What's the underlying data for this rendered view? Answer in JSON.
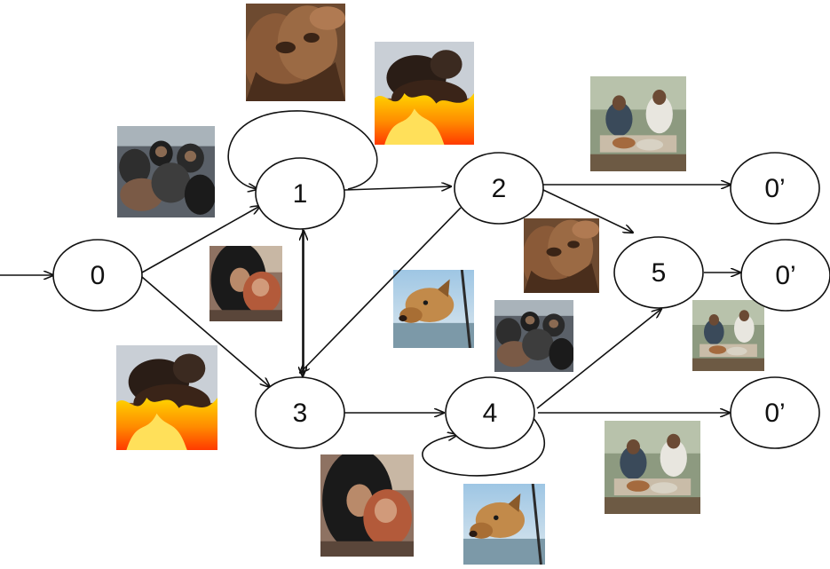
{
  "diagram": {
    "nodes": [
      {
        "id": "n0",
        "label": "0"
      },
      {
        "id": "n1",
        "label": "1"
      },
      {
        "id": "n2",
        "label": "2"
      },
      {
        "id": "n3",
        "label": "3"
      },
      {
        "id": "n4",
        "label": "4"
      },
      {
        "id": "n5",
        "label": "5"
      },
      {
        "id": "f1",
        "label": "0’"
      },
      {
        "id": "f2",
        "label": "0’"
      },
      {
        "id": "f3",
        "label": "0’"
      }
    ],
    "edges": [
      {
        "from": "start",
        "to": "n0"
      },
      {
        "from": "n0",
        "to": "n1"
      },
      {
        "from": "n0",
        "to": "n3"
      },
      {
        "from": "n1",
        "to": "n1"
      },
      {
        "from": "n1",
        "to": "n2"
      },
      {
        "from": "n1",
        "to": "n3"
      },
      {
        "from": "n3",
        "to": "n1"
      },
      {
        "from": "n2",
        "to": "n3"
      },
      {
        "from": "n2",
        "to": "f1"
      },
      {
        "from": "n2",
        "to": "n5"
      },
      {
        "from": "n5",
        "to": "f2"
      },
      {
        "from": "n3",
        "to": "n4"
      },
      {
        "from": "n4",
        "to": "n4"
      },
      {
        "from": "n4",
        "to": "n5"
      },
      {
        "from": "n4",
        "to": "f3"
      }
    ],
    "photos": [
      {
        "name": "crowd-photo",
        "scene": "crowd"
      },
      {
        "name": "mourning-photo",
        "scene": "mourning"
      },
      {
        "name": "fire-photo",
        "scene": "fire"
      },
      {
        "name": "faces-photo",
        "scene": "faces"
      },
      {
        "name": "fire-photo",
        "scene": "fire"
      },
      {
        "name": "market-photo",
        "scene": "market"
      },
      {
        "name": "dog-photo",
        "scene": "dog"
      },
      {
        "name": "faces-photo",
        "scene": "faces"
      },
      {
        "name": "crowd-photo",
        "scene": "crowd"
      },
      {
        "name": "market-photo",
        "scene": "market"
      },
      {
        "name": "market-photo",
        "scene": "market"
      },
      {
        "name": "mourning-photo",
        "scene": "mourning"
      },
      {
        "name": "dog-photo",
        "scene": "dog"
      }
    ],
    "colors": {
      "stroke": "#111111",
      "node_fill": "#ffffff",
      "background": "#ffffff"
    }
  }
}
